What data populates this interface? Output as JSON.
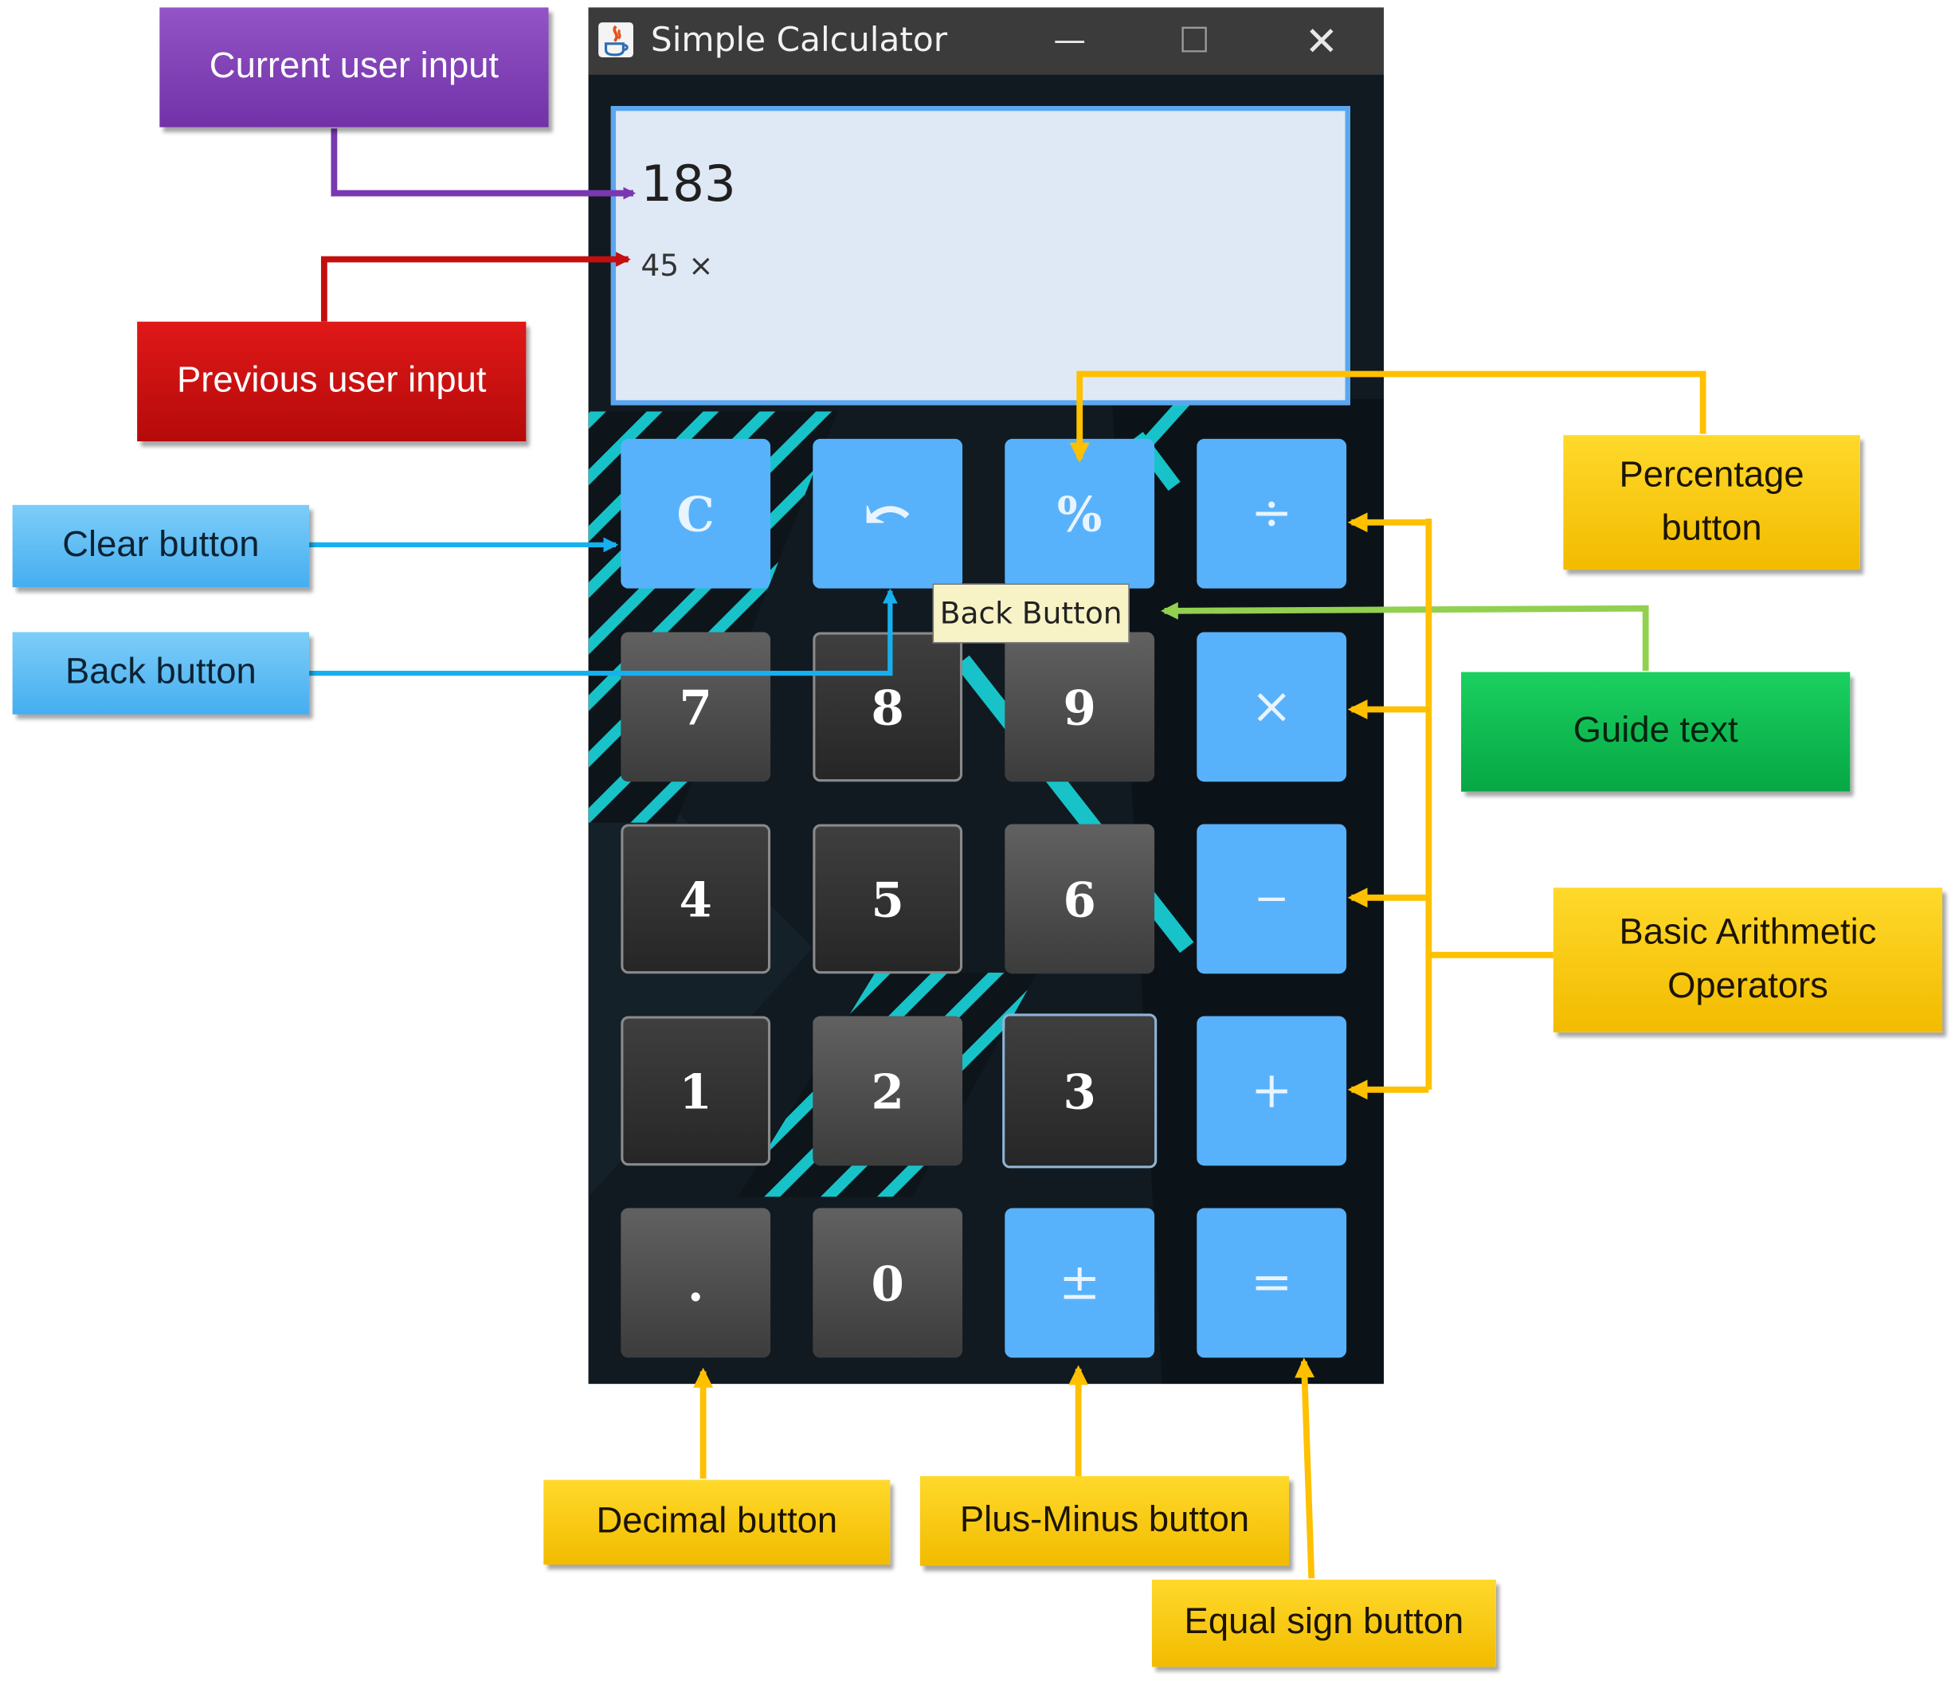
{
  "window": {
    "title": "Simple Calculator",
    "minimize_glyph": "—",
    "maximize_glyph": "☐",
    "close_glyph": "✕"
  },
  "display": {
    "current_input": "183",
    "previous_input": "45 ×"
  },
  "keys": {
    "clear": "C",
    "back": "⤺",
    "percent": "%",
    "divide": "÷",
    "seven": "7",
    "eight": "8",
    "nine": "9",
    "multiply": "×",
    "four": "4",
    "five": "5",
    "six": "6",
    "subtract": "−",
    "one": "1",
    "two": "2",
    "three": "3",
    "add": "+",
    "decimal": ".",
    "zero": "0",
    "plus_minus": "±",
    "equals": "="
  },
  "tooltip": "Back Button",
  "annotations": {
    "current_input": "Current user input",
    "previous_input": "Previous user input",
    "clear_button": "Clear button",
    "back_button": "Back button",
    "percentage_line1": "Percentage",
    "percentage_line2": "button",
    "guide_text": "Guide text",
    "arith_line1": "Basic Arithmetic",
    "arith_line2": "Operators",
    "decimal_button": "Decimal button",
    "plus_minus_button": "Plus-Minus button",
    "equal_sign_button": "Equal sign button"
  },
  "colors": {
    "purple": "#7a38b0",
    "red": "#c40f0f",
    "light_blue": "#16b0ee",
    "yellow": "#ffc000",
    "green": "#92d050",
    "accent_blue": "#58b2fb",
    "stripe_cyan": "#17c3c9"
  }
}
